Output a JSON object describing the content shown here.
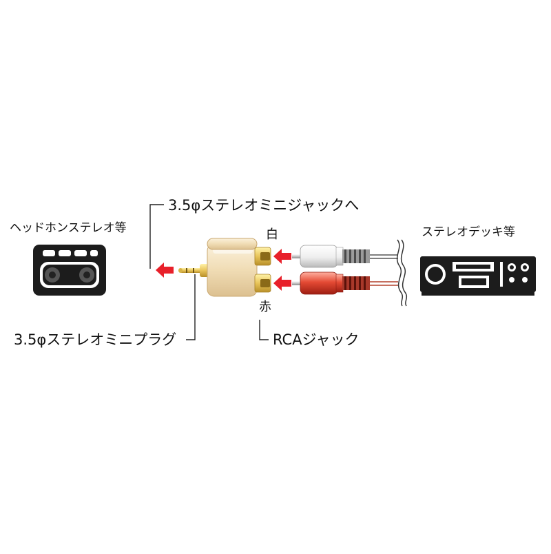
{
  "labels": {
    "headphone_stereo": "ヘッドホンステレオ等",
    "stereo_deck": "ステレオデッキ等",
    "to_mini_jack": "3.5φステレオミニジャックへ",
    "mini_plug": "3.5φステレオミニプラグ",
    "rca_jack": "RCAジャック",
    "white": "白",
    "red": "赤"
  },
  "colors": {
    "arrow_red": "#e8202a",
    "adapter_body": "#f2dfb9",
    "gold": "#e6c25a",
    "rca_white": "#f4f4f4",
    "rca_red": "#e04a36",
    "device_dark": "#1c1c1c",
    "line": "#222222"
  },
  "icons": {
    "headphone_device": "cassette-player-icon",
    "deck_device": "stereo-deck-icon"
  }
}
